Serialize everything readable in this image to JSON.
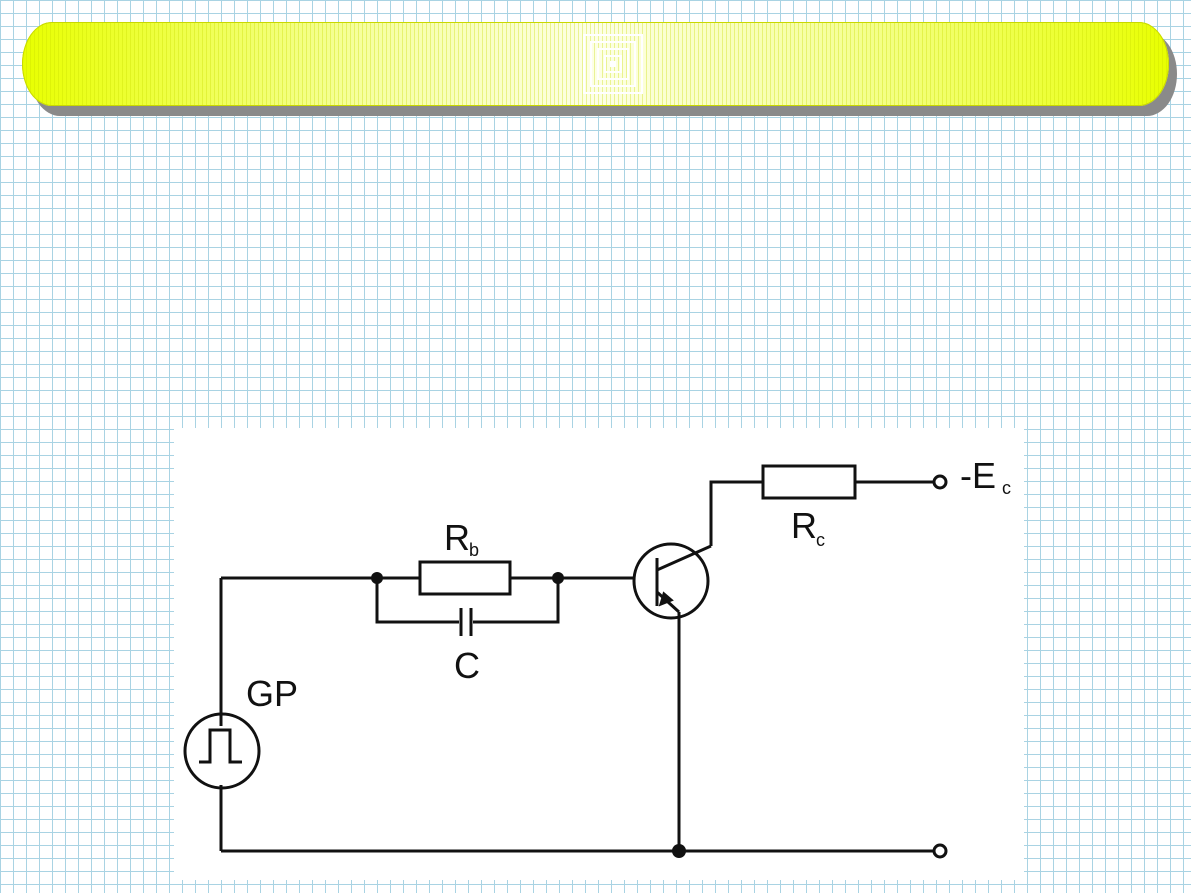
{
  "diagram": {
    "labels": {
      "base_resistor": "R",
      "base_resistor_sub": "b",
      "collector_resistor": "R",
      "collector_resistor_sub": "c",
      "capacitor": "C",
      "generator": "GP",
      "supply_prefix": "-E",
      "supply_sub": "c"
    }
  }
}
